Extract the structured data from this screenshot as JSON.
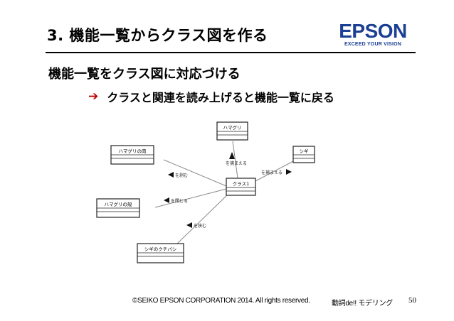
{
  "slide": {
    "title": "3. 機能一覧からクラス図を作る",
    "heading": "機能一覧をクラス図に対応づける",
    "bullet": "クラスと関連を読み上げると機能一覧に戻る"
  },
  "logo": {
    "brand": "EPSON",
    "tagline": "EXCEED YOUR VISION",
    "color": "#1b3f94"
  },
  "icons": {
    "bullet": "right-arrow-icon",
    "bullet_color": "#c00000"
  },
  "diagram": {
    "classes": {
      "center": "クラス1",
      "top": "ハマグリ",
      "right": "シギ",
      "upper_left": "ハマグリの肉",
      "left": "ハマグリの殻",
      "bottom": "シギのクチバシ"
    },
    "associations": {
      "to_top": "を捕まえる",
      "to_right": "を捕まえる",
      "to_upper_left": "を剥む",
      "to_left": "を閉じる",
      "to_bottom": "を挟む"
    }
  },
  "footer": {
    "copyright": "©SEIKO EPSON CORPORATION 2014. All rights reserved.",
    "series": "動詞de!! モデリング",
    "page": "50"
  }
}
